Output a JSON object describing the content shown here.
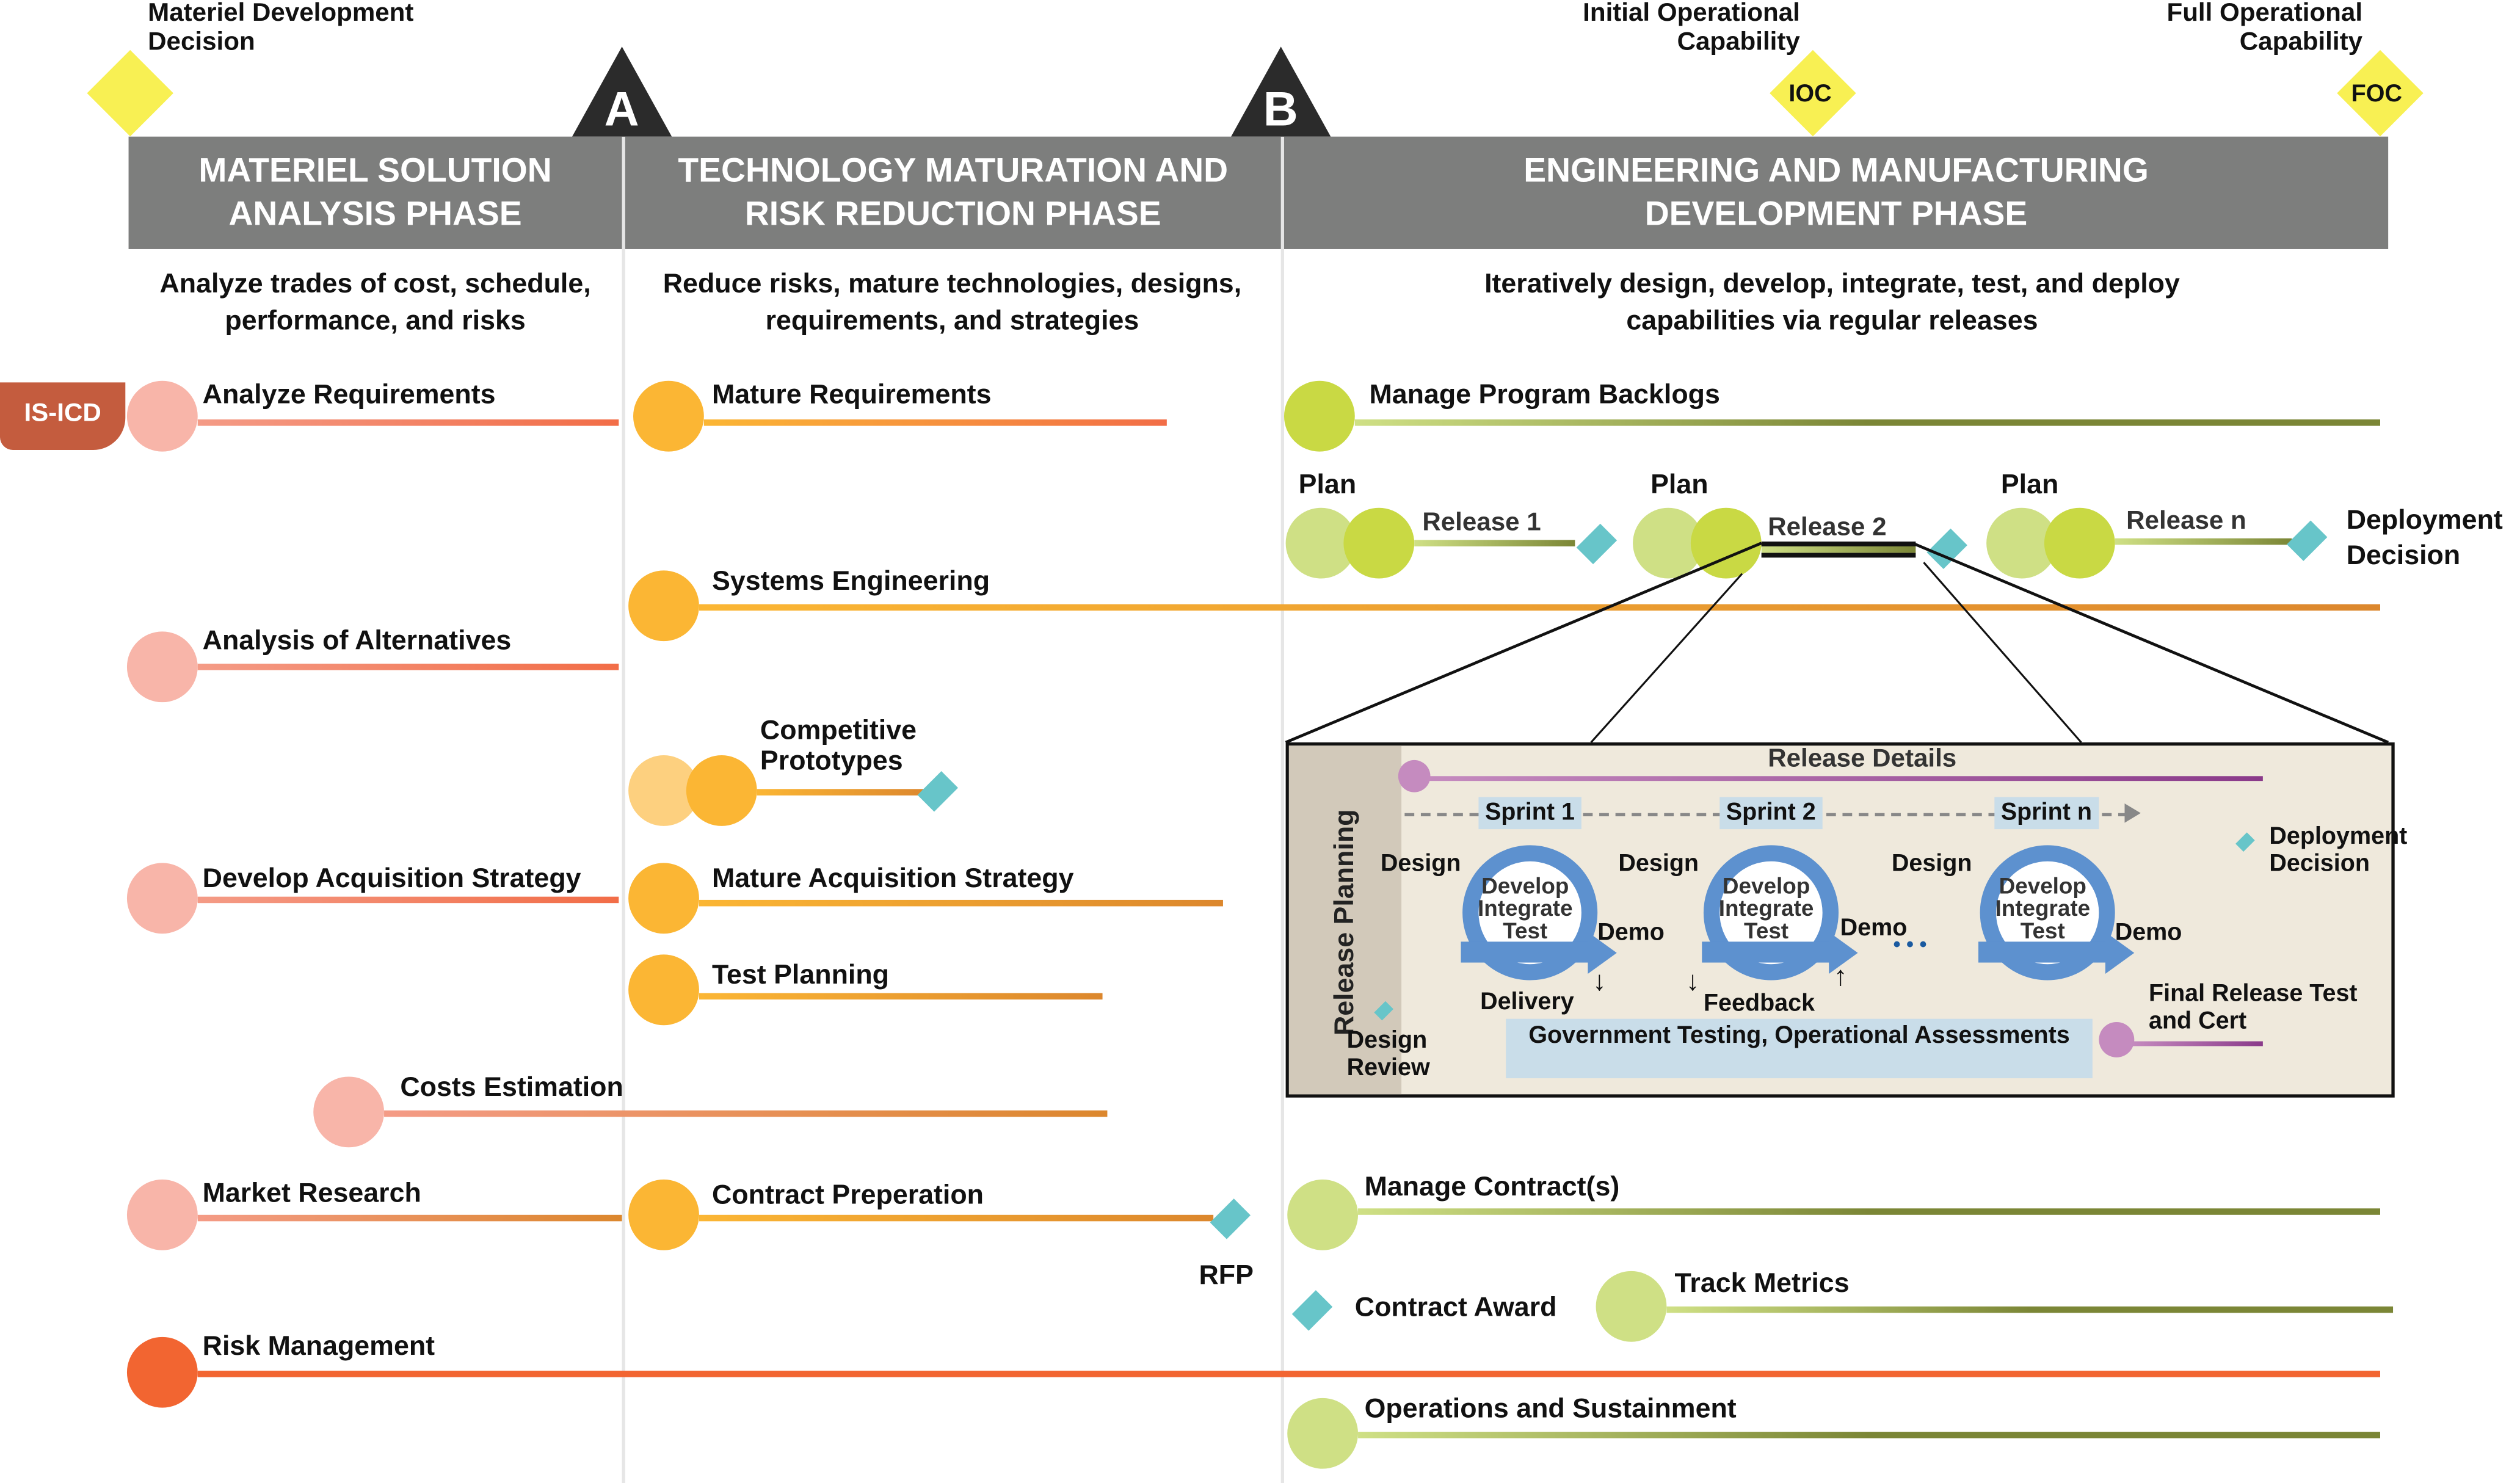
{
  "milestones": {
    "mdd": "Materiel Development Decision",
    "ioc_label": "Initial Operational Capability",
    "ioc_code": "IOC",
    "foc_label": "Full Operational Capability",
    "foc_code": "FOC",
    "a": "A",
    "b": "B"
  },
  "phases": [
    {
      "title": "MATERIEL SOLUTION ANALYSIS PHASE",
      "description": "Analyze trades of cost, schedule, performance, and risks"
    },
    {
      "title": "TECHNOLOGY MATURATION AND RISK REDUCTION PHASE",
      "description": "Reduce risks, mature technologies, designs, requirements, and strategies"
    },
    {
      "title": "ENGINEERING AND MANUFACTURING DEVELOPMENT PHASE",
      "description": "Iteratively design, develop, integrate, test, and deploy capabilities via regular releases"
    }
  ],
  "is_icd": "IS-ICD",
  "msa_activities": [
    "Analyze Requirements",
    "Analysis of Alternatives",
    "Develop Acquisition Strategy",
    "Costs Estimation",
    "Market Research",
    "Risk Management"
  ],
  "tmrr_activities": [
    "Mature Requirements",
    "Systems Engineering",
    "Competitive Prototypes",
    "Mature Acquisition Strategy",
    "Test Planning",
    "Contract Preperation"
  ],
  "rfp": "RFP",
  "emd_activities": [
    "Manage Program Backlogs",
    "Manage Contract(s)",
    "Contract Award",
    "Track Metrics",
    "Operations and Sustainment"
  ],
  "releases": [
    {
      "plan": "Plan",
      "label": "Release 1"
    },
    {
      "plan": "Plan",
      "label": "Release 2"
    },
    {
      "plan": "Plan",
      "label": "Release n"
    }
  ],
  "deployment_decision": "Deployment Decision",
  "release_details": {
    "title": "Release Details",
    "side": "Release Planning",
    "sprints": [
      "Sprint 1",
      "Sprint 2",
      "Sprint n"
    ],
    "design": "Design",
    "cycle": [
      "Develop",
      "Integrate",
      "Test"
    ],
    "demo": "Demo",
    "delivery": "Delivery",
    "feedback": "Feedback",
    "ellipsis": "• • •",
    "gov_testing": "Government Testing, Operational Assessments",
    "design_review": "Design Review",
    "deployment_decision": "Deployment Decision",
    "final_release": "Final Release Test and Cert"
  },
  "colors": {
    "header_gray": "#7d7e7d",
    "milestone_yellow": "#f8f053",
    "decision_teal": "#67c5c9",
    "msa_pink": "#f8b5a9",
    "risk_orange": "#f26531",
    "tmrr_orange": "#fbb634",
    "emd_green": "#c9d944",
    "emd_light_green": "#cfe085",
    "release_purple": "#c58bbf",
    "sprint_blue": "#5d91cf"
  }
}
